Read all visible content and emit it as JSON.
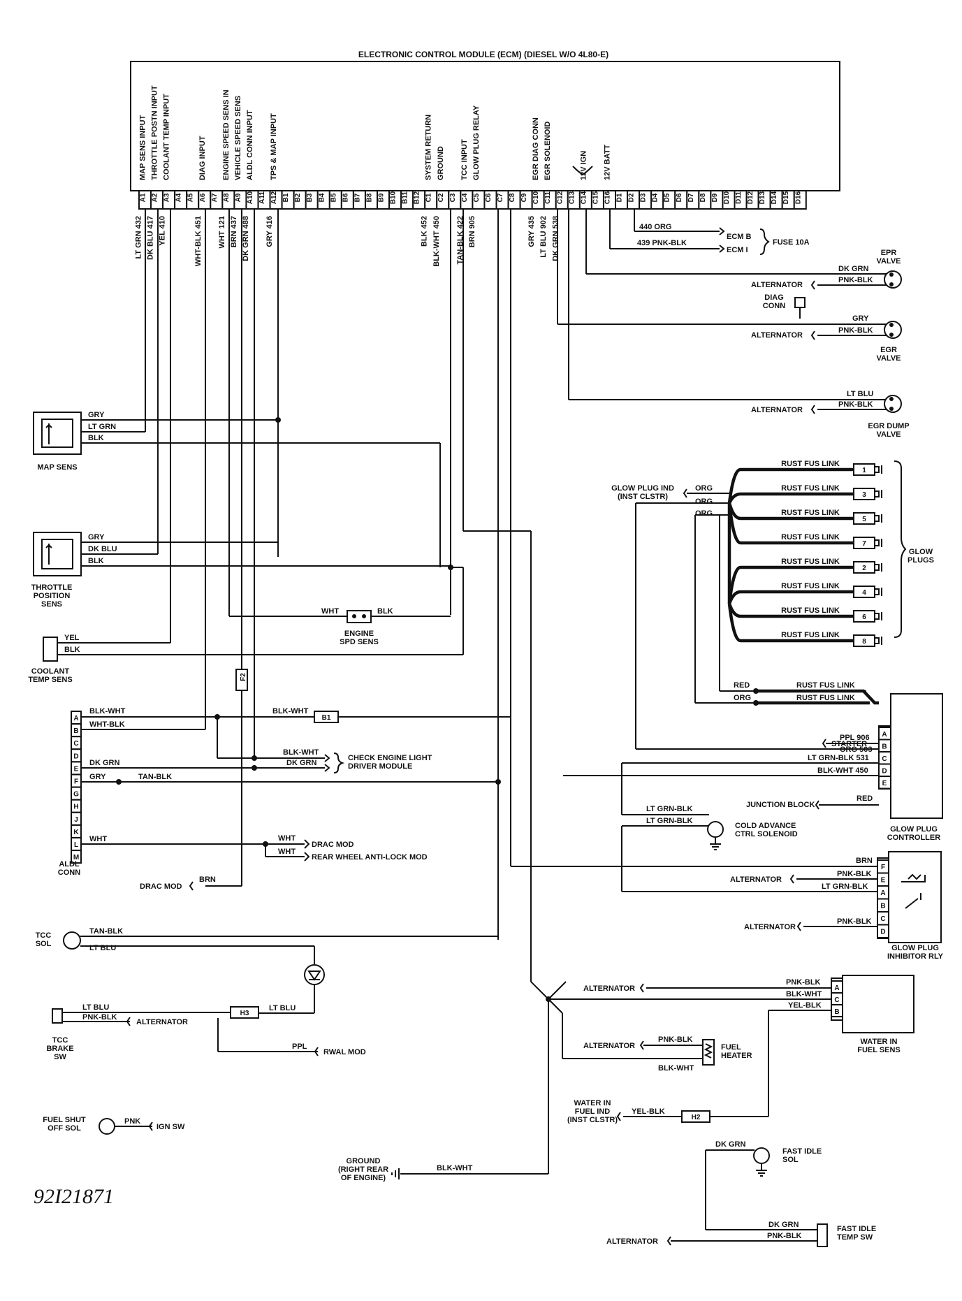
{
  "title": "ELECTRONIC CONTROL MODULE (ECM) (DIESEL W/O 4L80-E)",
  "figure_code": "92I21871",
  "ecm": {
    "functions": [
      {
        "pin": "A1",
        "label": "MAP SENS INPUT"
      },
      {
        "pin": "A2",
        "label": "THROTTLE POSTN INPUT"
      },
      {
        "pin": "A3",
        "label": "COOLANT TEMP INPUT"
      },
      {
        "pin": "A6",
        "label": "DIAG INPUT"
      },
      {
        "pin": "A8",
        "label": "ENGINE SPEED SENS IN"
      },
      {
        "pin": "A9",
        "label": "VEHICLE SPEED SENS"
      },
      {
        "pin": "A10",
        "label": "ALDL CONN INPUT"
      },
      {
        "pin": "A12",
        "label": "TPS & MAP INPUT"
      },
      {
        "pin": "C1",
        "label": "SYSTEM RETURN"
      },
      {
        "pin": "C2",
        "label": "GROUND"
      },
      {
        "pin": "C4",
        "label": "TCC INPUT"
      },
      {
        "pin": "C5",
        "label": "GLOW PLUG RELAY"
      },
      {
        "pin": "C10",
        "label": "EGR DIAG CONN"
      },
      {
        "pin": "C11",
        "label": "EGR SOLENOID"
      },
      {
        "pin": "C14",
        "label": "12V IGN"
      },
      {
        "pin": "C16",
        "label": "12V BATT"
      }
    ],
    "pins": [
      "A1",
      "A2",
      "A3",
      "A4",
      "A5",
      "A6",
      "A7",
      "A8",
      "A9",
      "A10",
      "A11",
      "A12",
      "B1",
      "B2",
      "B3",
      "B4",
      "B5",
      "B6",
      "B7",
      "B8",
      "B9",
      "B10",
      "B11",
      "B12",
      "C1",
      "C2",
      "C3",
      "C4",
      "C5",
      "C6",
      "C7",
      "C8",
      "C9",
      "C10",
      "C11",
      "C12",
      "C13",
      "C14",
      "C15",
      "C16",
      "D1",
      "D2",
      "D3",
      "D4",
      "D5",
      "D6",
      "D7",
      "D8",
      "D9",
      "D10",
      "D11",
      "D12",
      "D13",
      "D14",
      "D15",
      "D16"
    ],
    "wires": [
      {
        "pin": "A1",
        "label": "LT GRN 432"
      },
      {
        "pin": "A2",
        "label": "DK BLU 417"
      },
      {
        "pin": "A3",
        "label": "YEL 410"
      },
      {
        "pin": "A6",
        "label": "WHT-BLK 451"
      },
      {
        "pin": "A8",
        "label": "WHT 121"
      },
      {
        "pin": "A9",
        "label": "BRN 437"
      },
      {
        "pin": "A10",
        "label": "DK GRN 488"
      },
      {
        "pin": "A12",
        "label": "GRY 416"
      },
      {
        "pin": "C1",
        "label": "BLK 452"
      },
      {
        "pin": "C2",
        "label": "BLK-WHT 450"
      },
      {
        "pin": "C4",
        "label": "TAN-BLK 422"
      },
      {
        "pin": "C5",
        "label": "BRN 905"
      },
      {
        "pin": "C10",
        "label": "GRY 435"
      },
      {
        "pin": "C11",
        "label": "LT BLU 902"
      },
      {
        "pin": "C12",
        "label": "DK GRN 538"
      }
    ]
  },
  "fuse": {
    "wire1": "440 ORG",
    "wire2": "439 PNK-BLK",
    "ecm_b": "ECM B",
    "ecm_i": "ECM I",
    "fuse": "FUSE 10A"
  },
  "egr": {
    "epr_label": "EPR\nVALVE",
    "epr_wire1": "DK GRN",
    "epr_wire2": "PNK-BLK",
    "epr_alt": "ALTERNATOR",
    "diag_conn": "DIAG\nCONN",
    "egr_label": "EGR\nVALVE",
    "egr_wire1": "GRY",
    "egr_wire2": "PNK-BLK",
    "egr_alt": "ALTERNATOR",
    "dump_label": "EGR DUMP\nVALVE",
    "dump_wire1": "LT BLU",
    "dump_wire2": "PNK-BLK",
    "dump_alt": "ALTERNATOR"
  },
  "map_sens": {
    "label": "MAP SENS",
    "wires": [
      "GRY",
      "LT GRN",
      "BLK"
    ]
  },
  "tps": {
    "label": "THROTTLE\nPOSITION\nSENS",
    "wires": [
      "GRY",
      "DK BLU",
      "BLK"
    ]
  },
  "speed_sens": {
    "label": "ENGINE\nSPD SENS",
    "wire_left": "WHT",
    "wire_right": "BLK"
  },
  "coolant": {
    "label": "COOLANT\nTEMP SENS",
    "wires": [
      "YEL",
      "BLK"
    ]
  },
  "f2": "F2",
  "aldl": {
    "label": "ALDL\nCONN",
    "pins": [
      "A",
      "B",
      "C",
      "D",
      "E",
      "F",
      "G",
      "H",
      "J",
      "K",
      "L",
      "M"
    ],
    "wires": [
      {
        "pin": "A",
        "label": "BLK-WHT"
      },
      {
        "pin": "B",
        "label": "WHT-BLK"
      },
      {
        "pin": "E",
        "label": "DK GRN"
      },
      {
        "pin": "F",
        "label": "GRY"
      },
      {
        "pin": "L",
        "label": "WHT"
      }
    ],
    "tan_blk": "TAN-BLK",
    "b1_wire": "BLK-WHT",
    "b1": "B1"
  },
  "check_engine": {
    "label": "CHECK ENGINE LIGHT\nDRIVER MODULE",
    "wire1": "BLK-WHT",
    "wire2": "DK GRN"
  },
  "drac": {
    "drac_mod": "DRAC MOD",
    "rwal": "REAR WHEEL ANTI-LOCK MOD",
    "wire1": "WHT",
    "wire2": "WHT",
    "drac_bottom": "DRAC MOD",
    "brn": "BRN"
  },
  "tcc": {
    "sol_label": "TCC\nSOL",
    "tan_blk": "TAN-BLK",
    "lt_blu": "LT BLU",
    "brake_label": "TCC\nBRAKE\nSW",
    "brake_w1": "LT BLU",
    "brake_w2": "PNK-BLK",
    "alt": "ALTERNATOR",
    "h3": "H3",
    "h3_wire": "LT BLU",
    "ppl": "PPL",
    "rwal": "RWAL MOD"
  },
  "fuel_shut": {
    "label": "FUEL SHUT\nOFF SOL",
    "wire": "PNK",
    "ign": "IGN SW"
  },
  "ground": {
    "label": "GROUND\n(RIGHT REAR\nOF ENGINE)",
    "wire": "BLK-WHT"
  },
  "glow": {
    "ind_label": "GLOW PLUG IND\n(INST CLSTR)",
    "org": "ORG",
    "fus_link": "RUST FUS LINK",
    "plugs": [
      "1",
      "3",
      "5",
      "7",
      "2",
      "4",
      "6",
      "8"
    ],
    "plugs_label": "GLOW\nPLUGS",
    "red": "RED",
    "org2": "ORG"
  },
  "controller": {
    "label": "GLOW PLUG\nCONTROLLER",
    "pins": [
      "A",
      "B",
      "C",
      "D",
      "E"
    ],
    "starter": "STARTER",
    "wires": [
      "PPL 906",
      "ORG 503",
      "LT GRN-BLK 531",
      "BLK-WHT 450"
    ],
    "junction": "JUNCTION BLOCK",
    "red": "RED"
  },
  "cold_adv": {
    "label": "COLD ADVANCE\nCTRL SOLENOID",
    "wire1": "LT GRN-BLK",
    "wire2": "LT GRN-BLK"
  },
  "inhibitor": {
    "label": "GLOW PLUG\nINHIBITOR RLY",
    "pins": [
      "F",
      "E",
      "A",
      "B",
      "C",
      "D"
    ],
    "wires": [
      "BRN",
      "PNK-BLK",
      "LT GRN-BLK",
      "PNK-BLK"
    ],
    "alt1": "ALTERNATOR",
    "alt2": "ALTERNATOR"
  },
  "water": {
    "label": "WATER IN\nFUEL SENS",
    "pins": [
      "A",
      "C",
      "B"
    ],
    "wires": [
      "PNK-BLK",
      "BLK-WHT",
      "YEL-BLK"
    ],
    "alt": "ALTERNATOR",
    "ind_label": "WATER IN\nFUEL IND\n(INST CLSTR)",
    "ind_wire": "YEL-BLK",
    "h2": "H2"
  },
  "heater": {
    "label": "FUEL\nHEATER",
    "wire1": "PNK-BLK",
    "wire2": "BLK-WHT",
    "alt": "ALTERNATOR"
  },
  "fast_idle": {
    "sol_label": "FAST IDLE\nSOL",
    "sol_wire": "DK GRN",
    "sw_label": "FAST IDLE\nTEMP SW",
    "sw_w1": "DK GRN",
    "sw_w2": "PNK-BLK",
    "alt": "ALTERNATOR"
  }
}
